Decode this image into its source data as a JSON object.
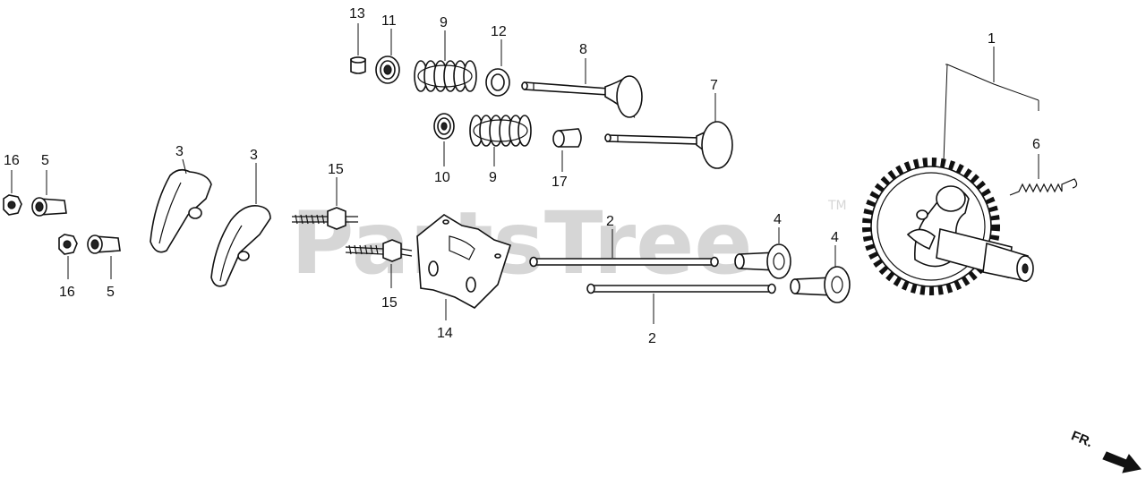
{
  "watermark": {
    "text": "PartsTree",
    "trademark": "TM"
  },
  "callouts": {
    "c1": "1",
    "c2a": "2",
    "c2b": "2",
    "c3a": "3",
    "c3b": "3",
    "c4a": "4",
    "c4b": "4",
    "c5a": "5",
    "c5b": "5",
    "c6": "6",
    "c7": "7",
    "c8": "8",
    "c9a": "9",
    "c9b": "9",
    "c10": "10",
    "c11": "11",
    "c12": "12",
    "c13": "13",
    "c14": "14",
    "c15a": "15",
    "c15b": "15",
    "c16a": "16",
    "c16b": "16",
    "c17": "17"
  },
  "direction_label": "FR."
}
